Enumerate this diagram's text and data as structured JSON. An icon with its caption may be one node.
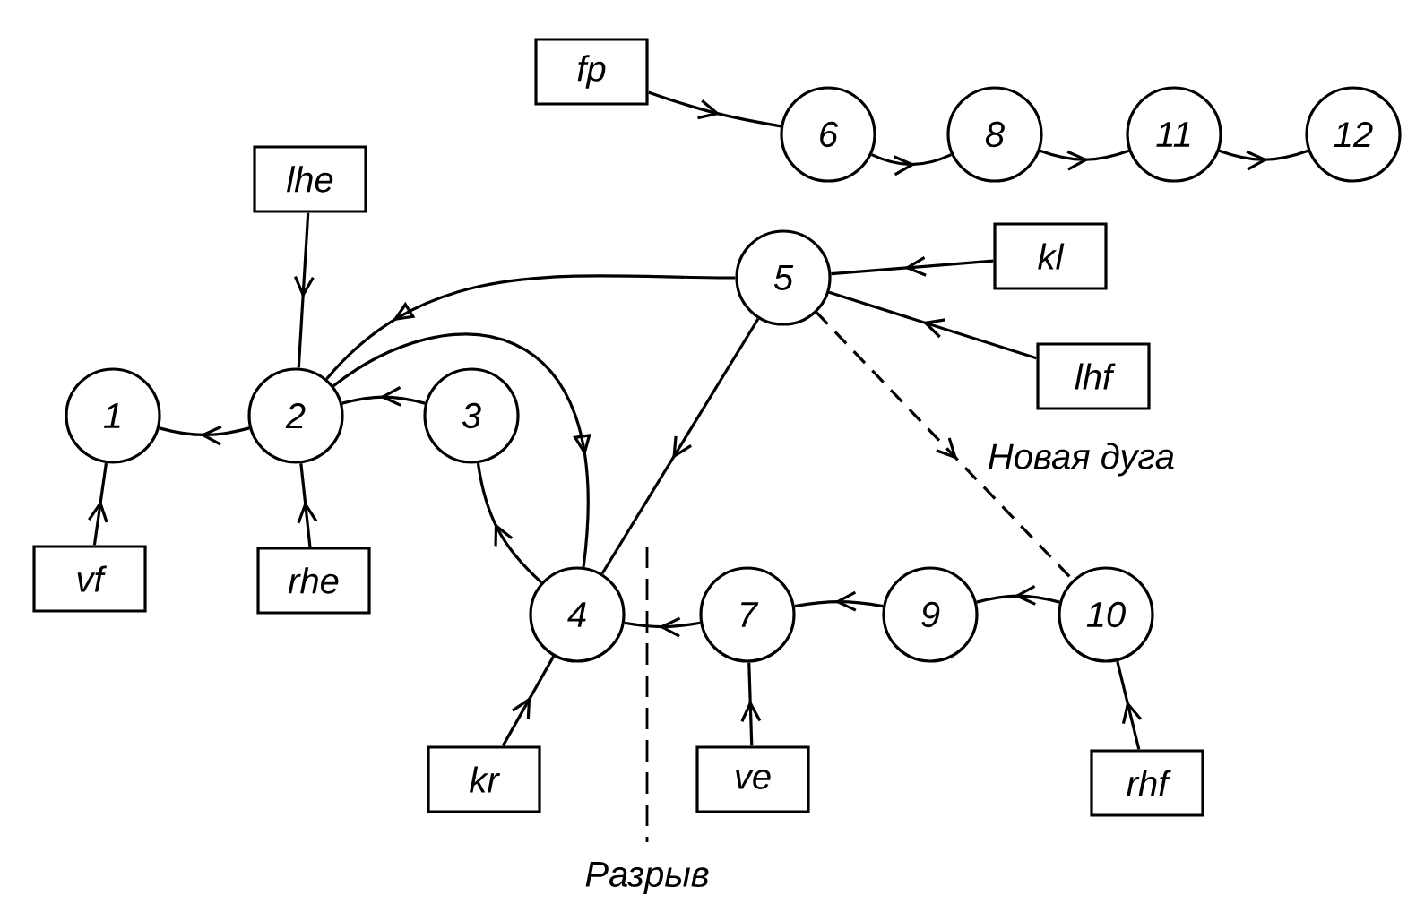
{
  "diagram": {
    "nodes": [
      {
        "text": [
          "fp"
        ]
      },
      {
        "text": [
          "6"
        ]
      },
      {
        "text": [
          "8"
        ]
      },
      {
        "text": [
          "11"
        ]
      },
      {
        "text": [
          "12"
        ]
      },
      {
        "text": [
          "lhe"
        ]
      },
      {
        "text": [
          "kl"
        ]
      },
      {
        "text": [
          "5"
        ]
      },
      {
        "text": [
          "lhf"
        ]
      },
      {
        "text": [
          "1"
        ]
      },
      {
        "text": [
          "2"
        ]
      },
      {
        "text": [
          "3"
        ]
      },
      {
        "text": [
          "4"
        ]
      },
      {
        "text": [
          "7"
        ]
      },
      {
        "text": [
          "9"
        ]
      },
      {
        "text": [
          "10"
        ]
      },
      {
        "text": [
          "vf"
        ]
      },
      {
        "text": [
          "rhe"
        ]
      },
      {
        "text": [
          "kr"
        ]
      },
      {
        "text": [
          "ve"
        ]
      },
      {
        "text": [
          "rhf"
        ]
      }
    ],
    "edges": [
      {
        "from": 0,
        "to": 1,
        "arrow": "to"
      },
      {
        "from": 1,
        "to": 2,
        "arrow": "to"
      },
      {
        "from": 2,
        "to": 3,
        "arrow": "to"
      },
      {
        "from": 3,
        "to": 4,
        "arrow": "to"
      },
      {
        "from": 5,
        "to": 10,
        "arrow": "to"
      },
      {
        "from": 6,
        "to": 7,
        "arrow": "to"
      },
      {
        "from": 8,
        "to": 7,
        "arrow": "to"
      },
      {
        "from": 7,
        "to": 10,
        "arrow": "to"
      },
      {
        "from": 10,
        "to": 12,
        "arrow": "to"
      },
      {
        "from": 7,
        "to": 12,
        "arrow": "to"
      },
      {
        "from": 7,
        "to": 15,
        "arrow": "to",
        "style": "dashed",
        "label": "Новая дуга"
      },
      {
        "from": 10,
        "to": 9,
        "arrow": "to"
      },
      {
        "from": 11,
        "to": 10,
        "arrow": "to"
      },
      {
        "from": 12,
        "to": 11,
        "arrow": "to"
      },
      {
        "from": 16,
        "to": 9,
        "arrow": "to"
      },
      {
        "from": 17,
        "to": 10,
        "arrow": "to"
      },
      {
        "from": 18,
        "to": 12,
        "arrow": "to"
      },
      {
        "from": 13,
        "to": 12,
        "arrow": "to"
      },
      {
        "from": 19,
        "to": 13,
        "arrow": "to"
      },
      {
        "from": 14,
        "to": 13,
        "arrow": "to"
      },
      {
        "from": 15,
        "to": 14,
        "arrow": "to"
      },
      {
        "from": 20,
        "to": 15,
        "arrow": "to"
      }
    ],
    "labels": [
      "Разрыв"
    ]
  }
}
